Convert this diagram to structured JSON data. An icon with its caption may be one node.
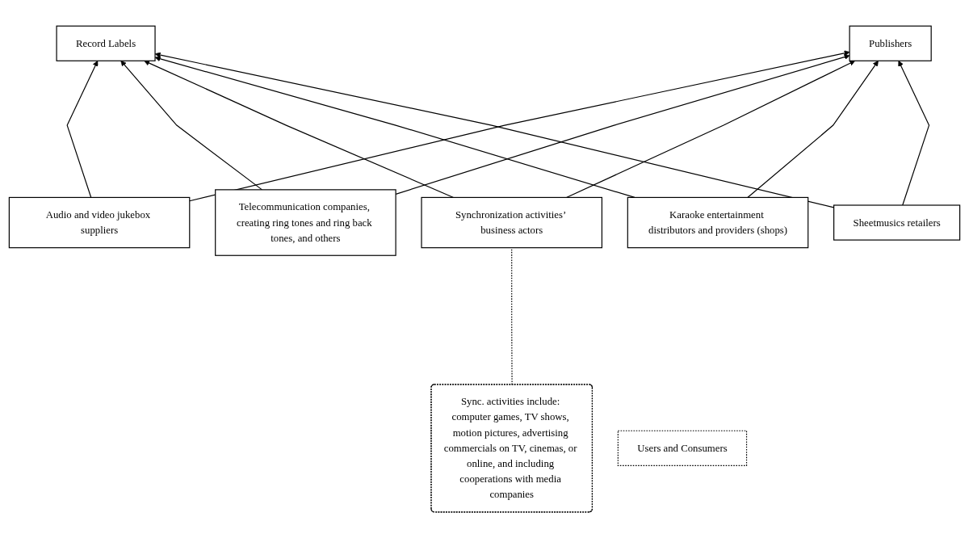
{
  "diagram": {
    "nodes": [
      {
        "text": [
          "Record Labels"
        ]
      },
      {
        "text": [
          "Publishers"
        ]
      },
      {
        "text": [
          "Audio and video jukebox suppliers"
        ]
      },
      {
        "text": [
          "Telecommunication companies, creating ring tones and ring back tones, and others"
        ]
      },
      {
        "text": [
          "Synchronization activities’ business actors"
        ]
      },
      {
        "text": [
          "Karaoke entertainment distributors and providers (shops)"
        ]
      },
      {
        "text": [
          "Sheetmusics retailers"
        ]
      },
      {
        "text": [
          "Sync. activities include: computer games, TV shows, motion pictures, advertising commercials on TV, cinemas, or online, and including cooperations with media companies"
        ]
      },
      {
        "text": [
          "Users and Consumers"
        ]
      }
    ],
    "edges": [
      {
        "from": 2,
        "to": 0,
        "arrow": "to"
      },
      {
        "from": 2,
        "to": 1,
        "arrow": "to"
      },
      {
        "from": 3,
        "to": 0,
        "arrow": "to"
      },
      {
        "from": 3,
        "to": 1,
        "arrow": "to"
      },
      {
        "from": 4,
        "to": 0,
        "arrow": "to"
      },
      {
        "from": 4,
        "to": 1,
        "arrow": "to"
      },
      {
        "from": 5,
        "to": 0,
        "arrow": "to"
      },
      {
        "from": 5,
        "to": 1,
        "arrow": "to"
      },
      {
        "from": 6,
        "to": 0,
        "arrow": "to"
      },
      {
        "from": 6,
        "to": 1,
        "arrow": "to"
      },
      {
        "from": 7,
        "to": 4,
        "arrow": "none",
        "style": "dashed"
      }
    ]
  }
}
